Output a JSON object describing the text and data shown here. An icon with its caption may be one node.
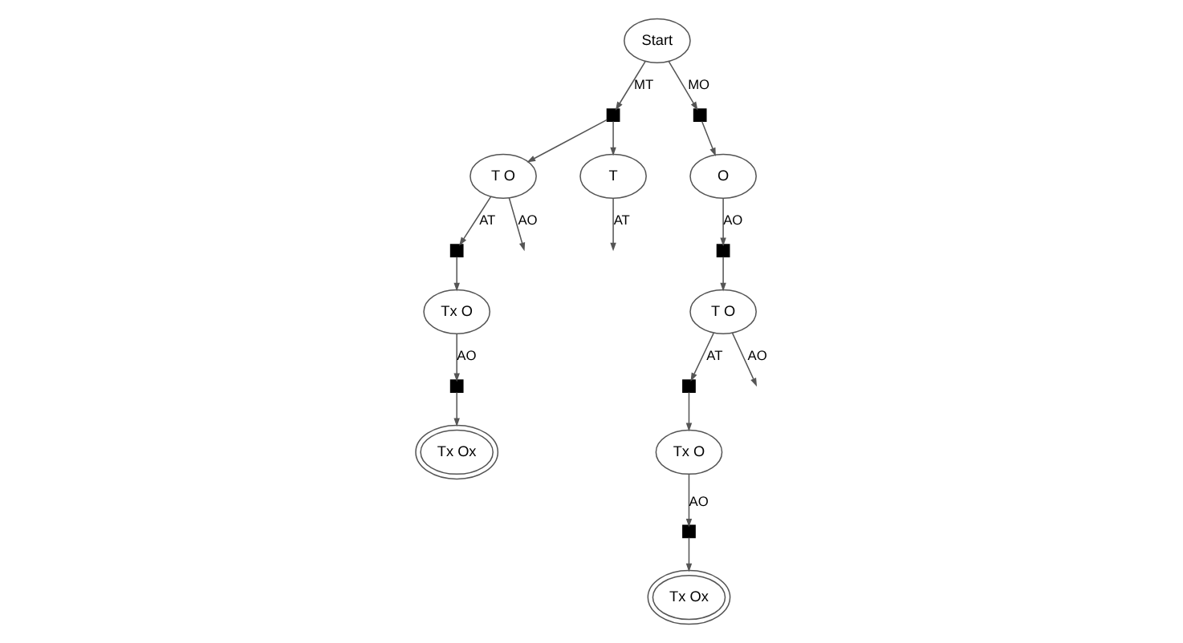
{
  "diagram": {
    "nodes": [
      {
        "text": [
          "Start"
        ]
      },
      {
        "text": [],
        "shape": "box"
      },
      {
        "text": [],
        "shape": "box"
      },
      {
        "text": [
          "T O"
        ]
      },
      {
        "text": [
          "T"
        ]
      },
      {
        "text": [
          "O"
        ]
      },
      {
        "text": [],
        "shape": "box"
      },
      {
        "text": [],
        "shape": "box"
      },
      {
        "text": [
          "Tx O"
        ]
      },
      {
        "text": [
          "T O"
        ]
      },
      {
        "text": [],
        "shape": "box"
      },
      {
        "text": [],
        "shape": "box"
      },
      {
        "text": [
          "Tx Ox"
        ]
      },
      {
        "text": [
          "Tx O"
        ]
      },
      {
        "text": [],
        "shape": "box"
      },
      {
        "text": [
          "Tx Ox"
        ]
      }
    ],
    "edges": [
      {
        "from": 0,
        "to": 1,
        "arrow": "to",
        "label": "MT"
      },
      {
        "from": 0,
        "to": 2,
        "arrow": "to",
        "label": "MO"
      },
      {
        "from": 1,
        "to": 3,
        "arrow": "to"
      },
      {
        "from": 1,
        "to": 4,
        "arrow": "to"
      },
      {
        "from": 2,
        "to": 5,
        "arrow": "to"
      },
      {
        "from": 3,
        "to": 6,
        "arrow": "to",
        "label": "AT"
      },
      {
        "from": 3,
        "to": null,
        "arrow": "to",
        "label": "AO"
      },
      {
        "from": 4,
        "to": null,
        "arrow": "to",
        "label": "AT"
      },
      {
        "from": 5,
        "to": 7,
        "arrow": "to",
        "label": "AO"
      },
      {
        "from": 6,
        "to": 8,
        "arrow": "to"
      },
      {
        "from": 7,
        "to": 9,
        "arrow": "to"
      },
      {
        "from": 8,
        "to": 10,
        "arrow": "to",
        "label": "AO"
      },
      {
        "from": 9,
        "to": 11,
        "arrow": "to",
        "label": "AT"
      },
      {
        "from": 9,
        "to": null,
        "arrow": "to",
        "label": "AO"
      },
      {
        "from": 10,
        "to": 12,
        "arrow": "to"
      },
      {
        "from": 11,
        "to": 13,
        "arrow": "to"
      },
      {
        "from": 13,
        "to": 14,
        "arrow": "to",
        "label": "AO"
      },
      {
        "from": 14,
        "to": 15,
        "arrow": "to"
      }
    ]
  }
}
